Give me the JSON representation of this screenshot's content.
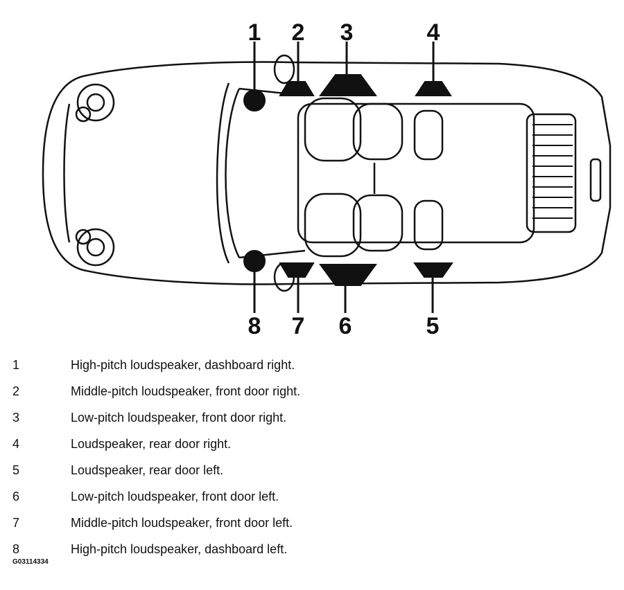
{
  "callouts": [
    {
      "number": "1",
      "description": "High-pitch loudspeaker, dashboard right."
    },
    {
      "number": "2",
      "description": "Middle-pitch loudspeaker, front door right."
    },
    {
      "number": "3",
      "description": "Low-pitch loudspeaker, front door right."
    },
    {
      "number": "4",
      "description": "Loudspeaker, rear door right."
    },
    {
      "number": "5",
      "description": "Loudspeaker, rear door left."
    },
    {
      "number": "6",
      "description": "Low-pitch loudspeaker, front door left."
    },
    {
      "number": "7",
      "description": "Middle-pitch loudspeaker, front door left."
    },
    {
      "number": "8",
      "description": "High-pitch loudspeaker, dashboard left."
    }
  ],
  "figure_code": "G03114334",
  "colors": {
    "ink": "#111111",
    "background": "#ffffff"
  }
}
